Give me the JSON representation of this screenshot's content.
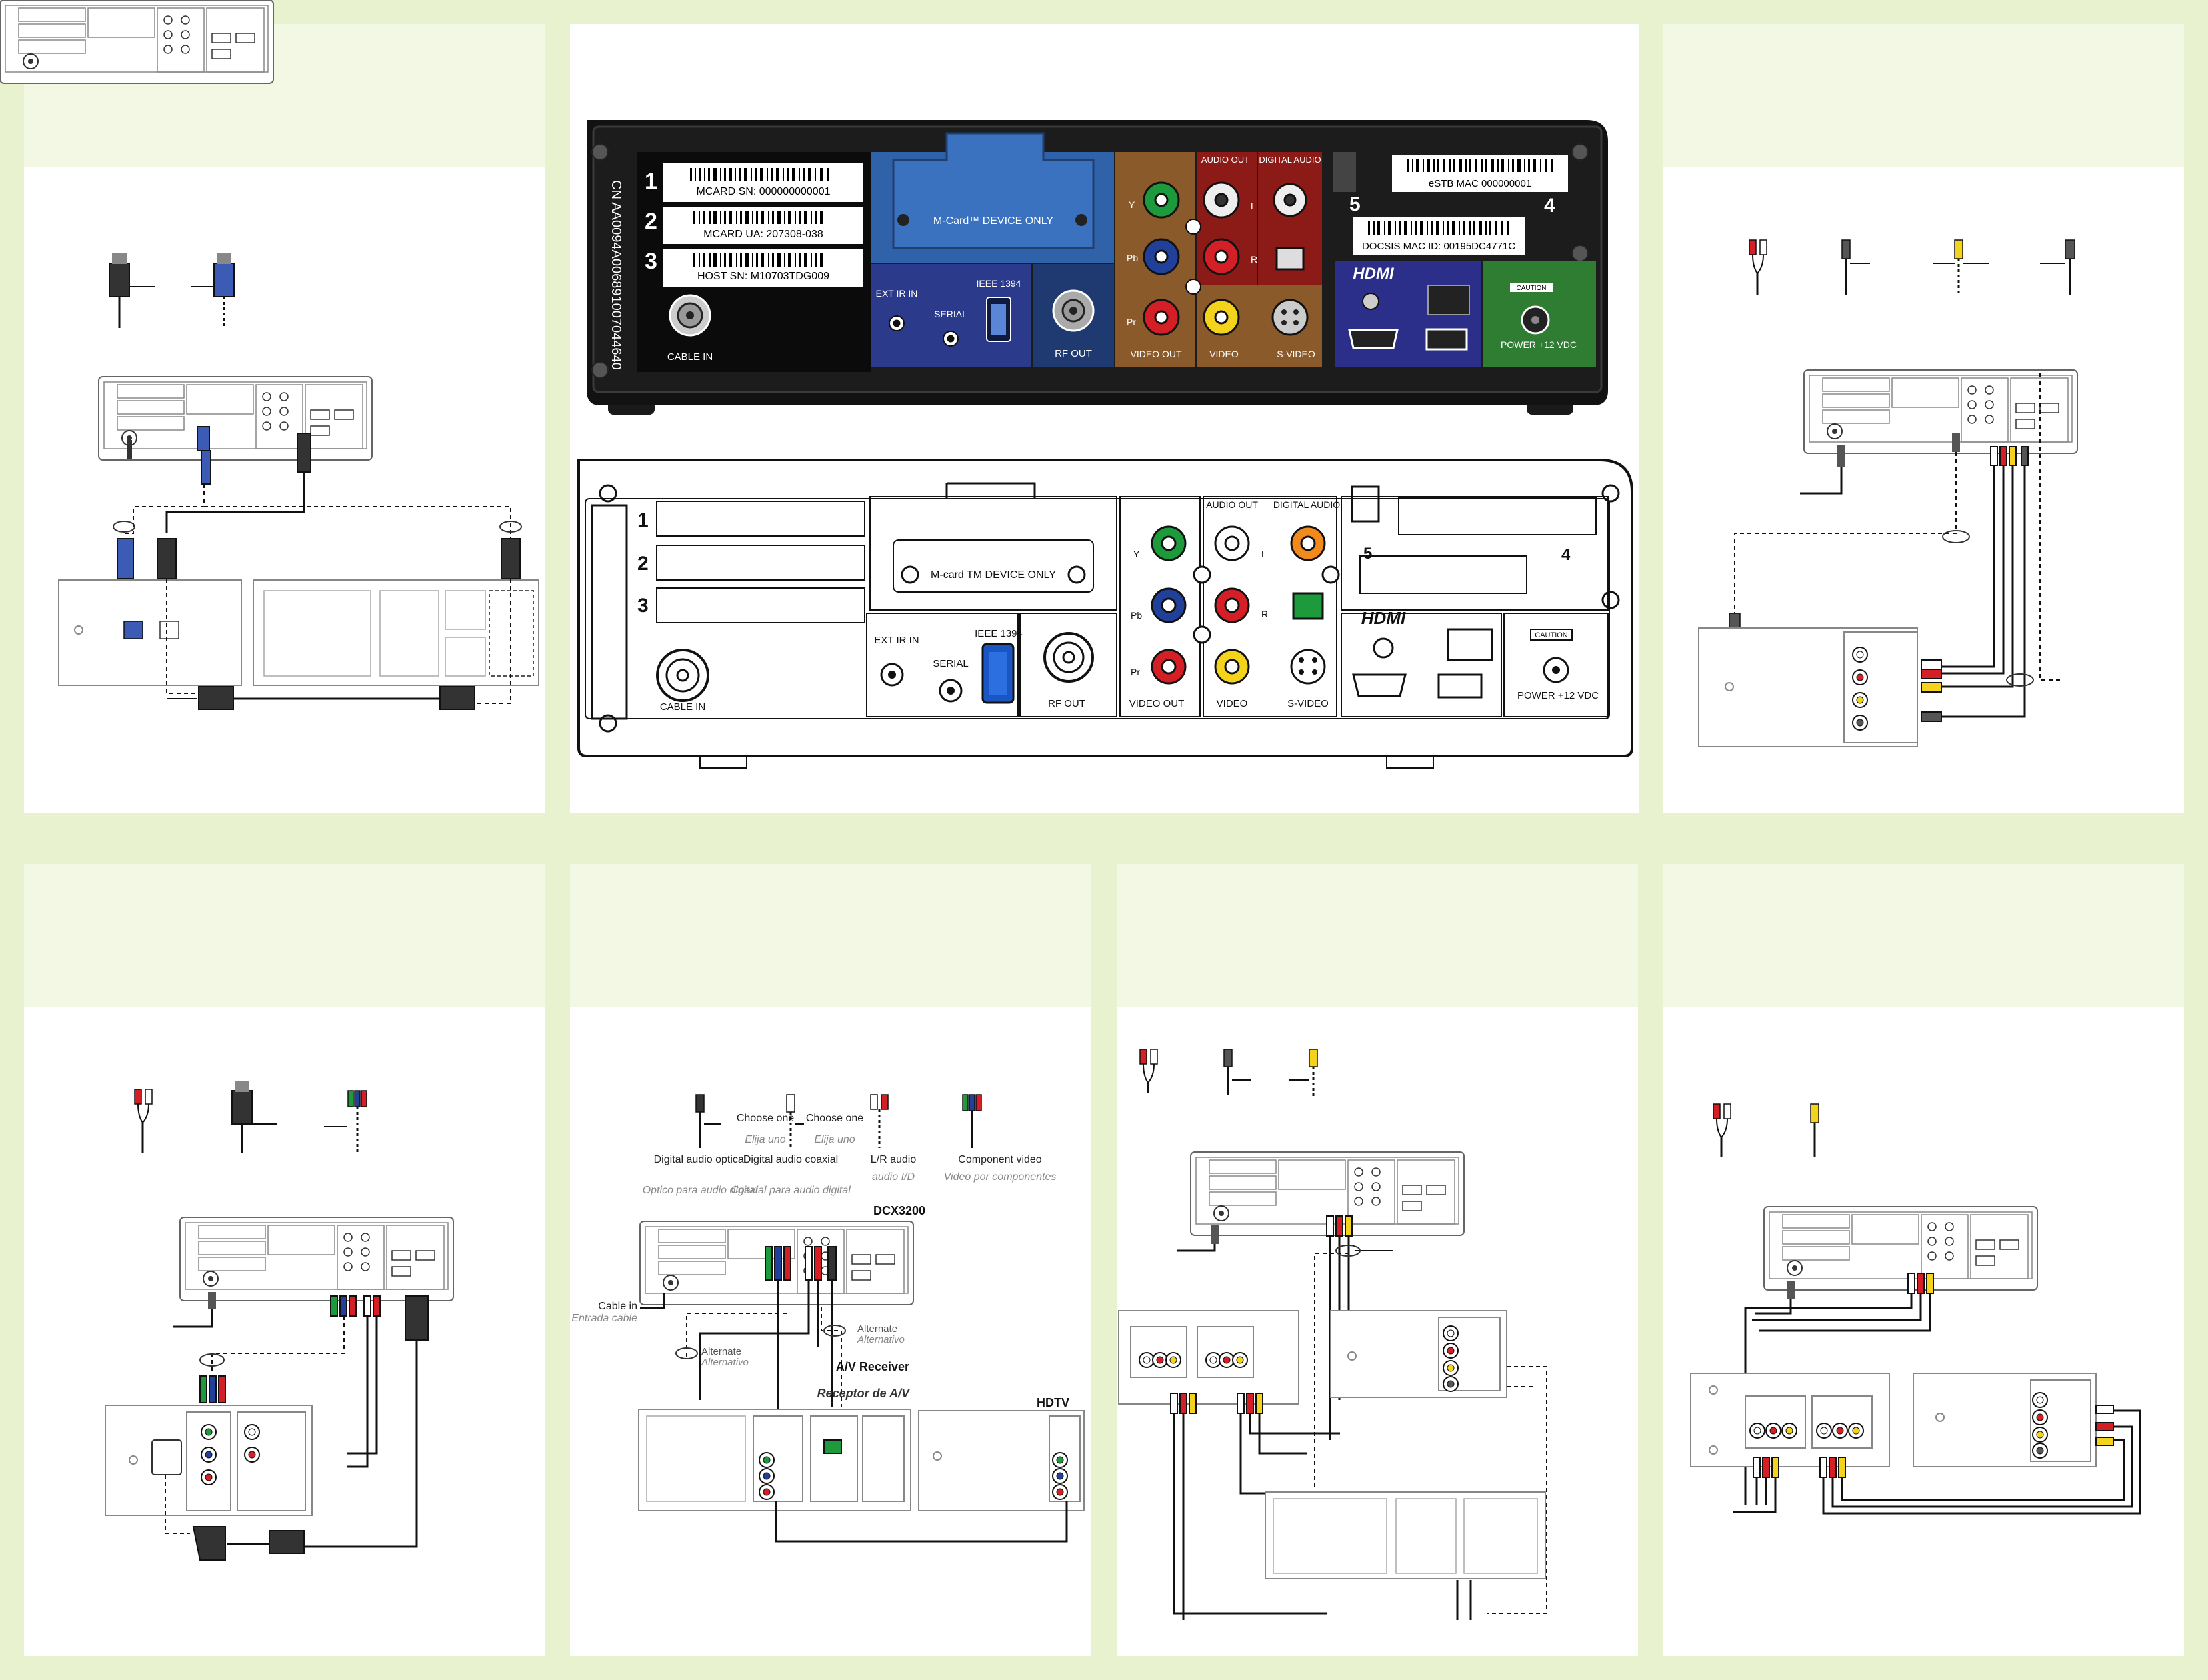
{
  "colors": {
    "page_bg": "#e8f2cf",
    "panel_head": "#f2f8e4",
    "chassis": "#111111",
    "mcard_blue": "#2f62a8",
    "av_brown": "#8a5a2a",
    "audio_red": "#8c1b17",
    "hdmi_blue": "#2b2f8a",
    "power_green": "#2f7d32",
    "rca_red": "#d41f26",
    "rca_white": "#f2f2f2",
    "rca_yellow": "#f4d31c",
    "comp_green": "#1d9a3c",
    "comp_blue": "#21409a",
    "dvi_blue": "#3b5bb5"
  },
  "color_panel": {
    "slots": [
      "1",
      "2",
      "3"
    ],
    "labels": {
      "mcard_sn": "MCARD SN: 000000000001",
      "mcard_ua": "MCARD UA: 207308-038",
      "host_sn": "HOST SN: M10703TDG009",
      "vertical_code": "CN AA0094A006891007044640",
      "estb_mac": "eSTB MAC 000000001",
      "docsis_mac": "DOCSIS MAC ID: 00195DC4771C",
      "mcard_device": "M-Card™ DEVICE ONLY",
      "ext_ir": "EXT IR IN",
      "serial": "SERIAL",
      "ieee": "IEEE 1394",
      "rf_out": "RF OUT",
      "cable_in": "CABLE IN",
      "audio_out": "AUDIO OUT",
      "digital_audio": "DIGITAL AUDIO",
      "y": "Y",
      "pb": "Pb",
      "pr": "Pr",
      "l": "L",
      "r": "R",
      "video_out": "VIDEO OUT",
      "video": "VIDEO",
      "s_video": "S-VIDEO",
      "hdmi": "HDMI",
      "caution": "CAUTION",
      "power": "POWER +12 VDC",
      "port5": "5",
      "port4": "4"
    }
  },
  "line_panel": {
    "mcard_device": "M-card TM DEVICE ONLY",
    "ext_ir": "EXT IR IN",
    "serial": "SERIAL",
    "ieee": "IEEE 1394",
    "rf_out": "RF OUT",
    "cable_in": "CABLE IN",
    "audio_out": "AUDIO OUT",
    "digital_audio": "DIGITAL AUDIO",
    "y": "Y",
    "pb": "Pb",
    "pr": "Pr",
    "l": "L",
    "r": "R",
    "video_out": "VIDEO OUT",
    "video": "VIDEO",
    "s_video": "S-VIDEO",
    "hdmi": "HDMI",
    "caution": "CAUTION",
    "power": "POWER +12 VDC",
    "port5": "5",
    "port4": "4"
  },
  "receiver_diagram": {
    "choose_one": "Choose one",
    "choose_one_es": "Elija uno",
    "digital_optical": "Digital audio optical",
    "digital_optical_es": "Optico para audio digital",
    "digital_coaxial": "Digital audio coaxial",
    "digital_coaxial_es": "Coaxial para audio digital",
    "lr_audio": "L/R audio",
    "lr_audio_es": "audio I/D",
    "component_video": "Component video",
    "component_video_es": "Video por componentes",
    "device": "DCX3200",
    "cable_in": "Cable in",
    "cable_in_es": "Entrada cable",
    "alternate": "Alternate",
    "alternate_es": "Alternativo",
    "av_receiver": "A/V Receiver",
    "av_receiver_es": "Receptor de A/V",
    "hdtv": "HDTV"
  }
}
